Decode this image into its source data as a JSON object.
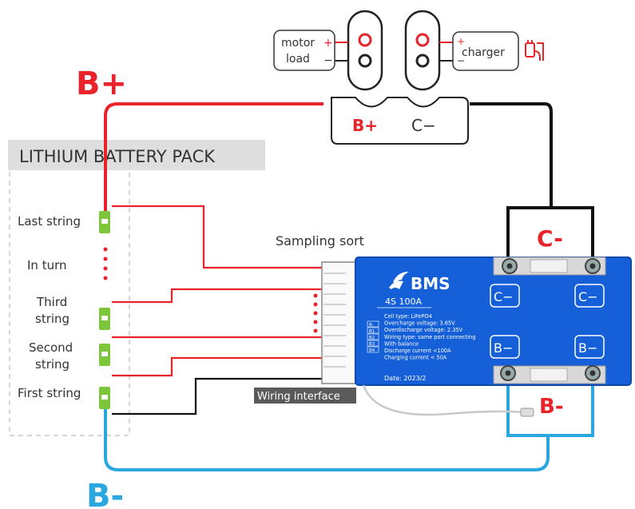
{
  "labels": {
    "b_plus": "B+",
    "b_minus": "B-",
    "c_minus": "C-",
    "pack_title": "LITHIUM BATTERY PACK",
    "sampling_sort": "Sampling sort",
    "wiring_interface": "Wiring interface",
    "motor": "motor",
    "load": "load",
    "charger": "charger",
    "plus_sign": "+",
    "minus_sign": "−"
  },
  "terminal_block": {
    "b_plus": "B+",
    "c_minus": "C−"
  },
  "strings": {
    "last": "Last string",
    "in_turn": "In turn",
    "third_1": "Third",
    "third_2": "string",
    "second_1": "Second",
    "second_2": "string",
    "first": "First string"
  },
  "bms": {
    "brand": "BMS",
    "model": "4S  100A",
    "specs": [
      "Cell type: LiFePO4",
      "Overcharge voltage: 3.65V",
      "Overdischarge voltage: 2.35V",
      "Wiring type: same port connecting",
      "With balance",
      "Discharge current <100A",
      "Charging current < 50A"
    ],
    "date": "Date:    2023/2",
    "pads": {
      "c_left": "C−",
      "c_right": "C−",
      "b_left": "B−",
      "b_right": "B−"
    },
    "pins": [
      "B-",
      "B1",
      "B2",
      "B3",
      "B4"
    ]
  },
  "colors": {
    "red": "#e8232a",
    "blue": "#2aa7df",
    "black": "#111111",
    "bms_blue": "#1560d9",
    "green": "#7dc53b",
    "grey": "#5a5a5a"
  }
}
